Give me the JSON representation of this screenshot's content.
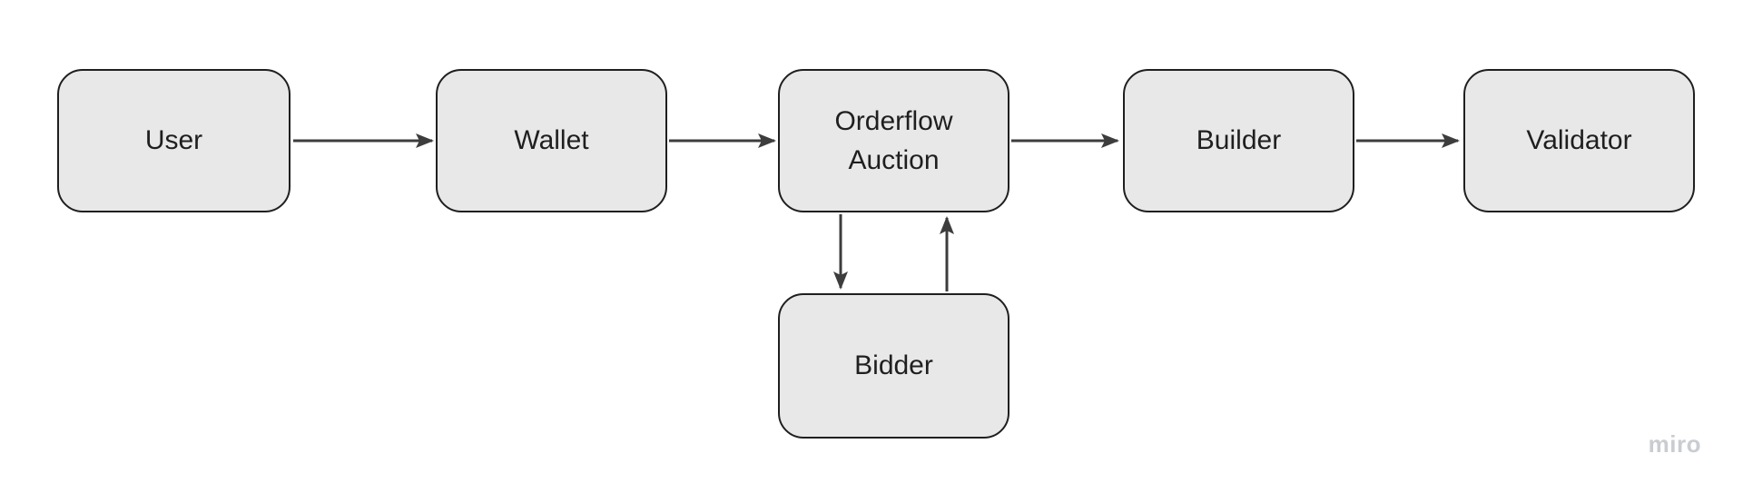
{
  "diagram": {
    "nodes": [
      {
        "id": "user",
        "label": "User"
      },
      {
        "id": "wallet",
        "label": "Wallet"
      },
      {
        "id": "orderflow-auction",
        "label": "Orderflow Auction"
      },
      {
        "id": "builder",
        "label": "Builder"
      },
      {
        "id": "validator",
        "label": "Validator"
      },
      {
        "id": "bidder",
        "label": "Bidder"
      }
    ],
    "edges": [
      {
        "from": "User",
        "to": "Wallet",
        "direction": "right"
      },
      {
        "from": "Wallet",
        "to": "Orderflow Auction",
        "direction": "right"
      },
      {
        "from": "Orderflow Auction",
        "to": "Builder",
        "direction": "right"
      },
      {
        "from": "Builder",
        "to": "Validator",
        "direction": "right"
      },
      {
        "from": "Orderflow Auction",
        "to": "Bidder",
        "direction": "down"
      },
      {
        "from": "Bidder",
        "to": "Orderflow Auction",
        "direction": "up"
      }
    ],
    "colors": {
      "background": "#ffffff",
      "node_fill": "#e8e8e8",
      "node_border": "#1f1f1f",
      "node_text": "#1f1f1f",
      "arrow": "#3d3d3d",
      "watermark": "#c9ccd1"
    },
    "watermark": "miro"
  }
}
